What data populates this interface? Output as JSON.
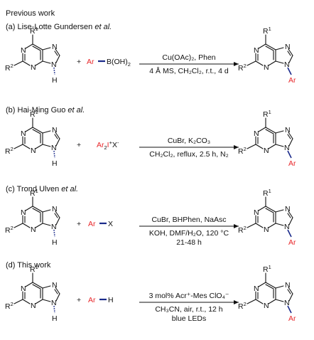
{
  "header": {
    "title": "Previous work"
  },
  "sections": [
    {
      "label": "(a) Lise-Lotte Gundersen ",
      "label_italic": "et al.",
      "reagent": {
        "pre": "Ar",
        "post": "B(OH)",
        "post_sub": "2"
      },
      "plus": "+",
      "conditions_top": "Cu(OAc)₂, Phen",
      "conditions_bottom": "4 Å MS, CH₂Cl₂, r.t., 4 d",
      "conditions_extra": ""
    },
    {
      "label": "(b) Hai-Ming Guo ",
      "label_italic": "et al.",
      "reagent": {
        "pre": "Ar",
        "pre_sub": "2",
        "mid": "I",
        "mid_sup": "+",
        "post": "X",
        "post_sup": "-"
      },
      "plus": "+",
      "conditions_top": "CuBr, K₂CO₃",
      "conditions_bottom": "CH₂Cl₂, reflux, 2.5 h, N₂",
      "conditions_extra": ""
    },
    {
      "label": "(c) Trond Ulven ",
      "label_italic": "et al.",
      "reagent": {
        "pre": "Ar",
        "post": "X"
      },
      "plus": "+",
      "conditions_top": "CuBr, BHPhen, NaAsc",
      "conditions_bottom": "KOH, DMF/H₂O, 120 °C",
      "conditions_extra": "21-48 h"
    },
    {
      "label": "(d) This work",
      "label_italic": "",
      "reagent": {
        "pre": "Ar",
        "post": "H"
      },
      "plus": "+",
      "conditions_top": "3 mol% Acr⁺-Mes ClO₄⁻",
      "conditions_bottom": "CH₃CN, air, r.t., 12 h",
      "conditions_extra": "blue LEDs"
    }
  ],
  "atoms": {
    "r1": "R",
    "r1_sup": "1",
    "r2": "R",
    "r2_sup": "2",
    "n": "N",
    "h": "H",
    "ar": "Ar"
  },
  "colors": {
    "red": "#e8282b",
    "bond_blue": "#1a2a8a",
    "text": "#111111"
  }
}
